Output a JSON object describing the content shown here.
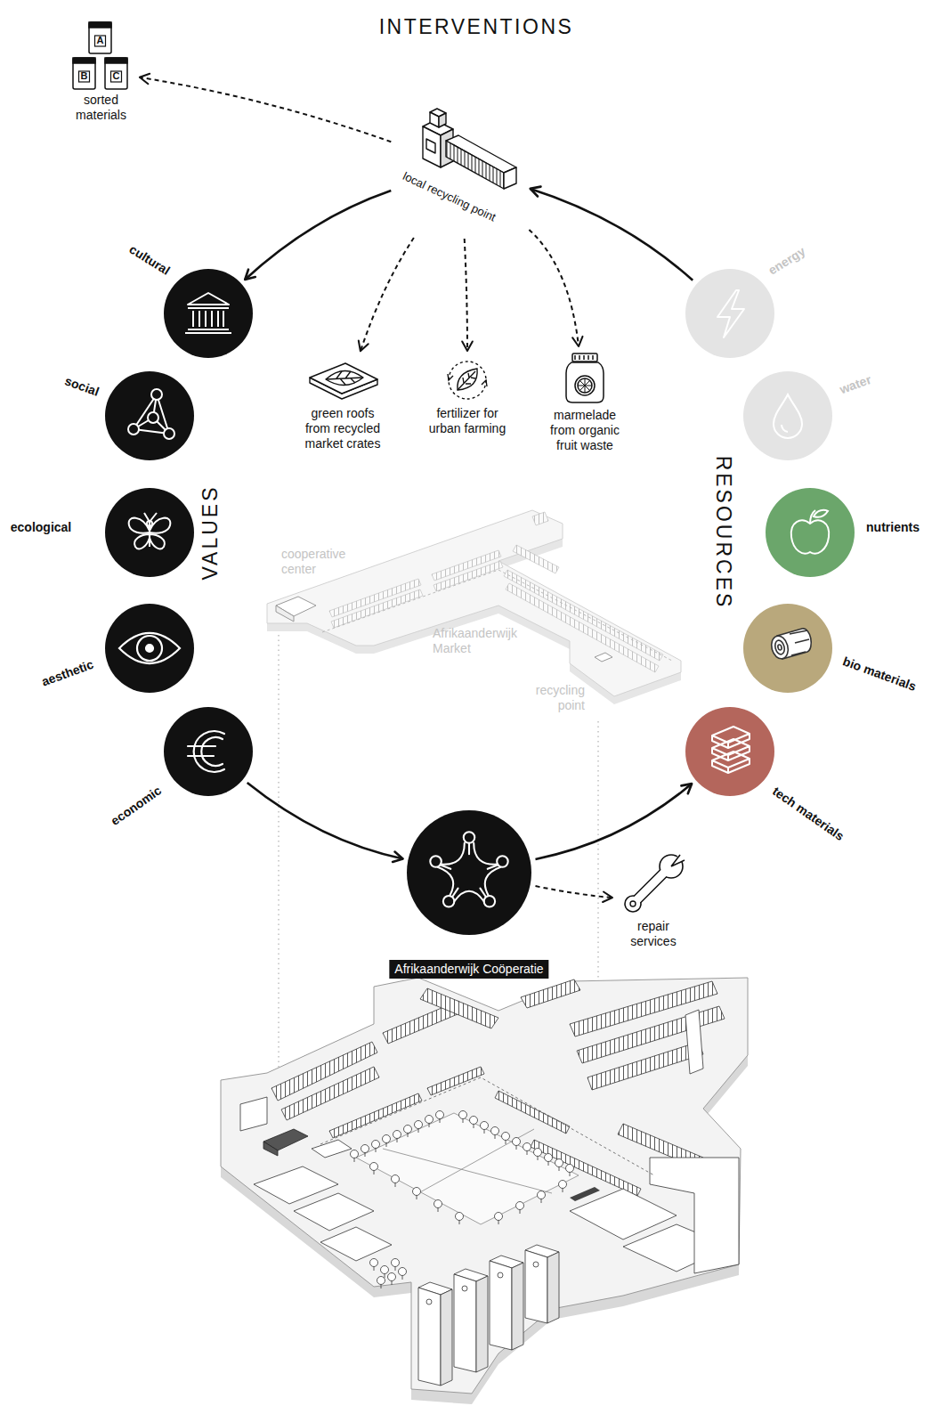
{
  "diagram": {
    "nodes": [
      {
        "text": [
          "sorted materials"
        ]
      },
      {
        "text": [
          "local recycling point"
        ]
      },
      {
        "text": [
          "cultural"
        ]
      },
      {
        "text": [
          "social"
        ]
      },
      {
        "text": [
          "ecological"
        ]
      },
      {
        "text": [
          "aesthetic"
        ]
      },
      {
        "text": [
          "economic"
        ]
      },
      {
        "text": [
          "green roofs from recycled market crates"
        ]
      },
      {
        "text": [
          "fertilizer for urban farming"
        ]
      },
      {
        "text": [
          "marmelade from organic fruit waste"
        ]
      },
      {
        "text": [
          "energy"
        ]
      },
      {
        "text": [
          "water"
        ]
      },
      {
        "text": [
          "nutrients"
        ]
      },
      {
        "text": [
          "bio materials"
        ]
      },
      {
        "text": [
          "tech materials"
        ]
      },
      {
        "text": [
          "Afrikaanderwijk Coöperatie"
        ]
      },
      {
        "text": [
          "repair services"
        ]
      }
    ],
    "edges": [
      {
        "from": 1,
        "to": 0,
        "arrow": "to"
      },
      {
        "from": 1,
        "to": 2,
        "arrow": "to"
      },
      {
        "from": 1,
        "to": 7,
        "arrow": "to"
      },
      {
        "from": 1,
        "to": 8,
        "arrow": "to"
      },
      {
        "from": 1,
        "to": 9,
        "arrow": "to"
      },
      {
        "from": 10,
        "to": 1,
        "arrow": "to"
      },
      {
        "from": 6,
        "to": 15,
        "arrow": "to"
      },
      {
        "from": 15,
        "to": 14,
        "arrow": "to"
      },
      {
        "from": 15,
        "to": 16,
        "arrow": "to"
      }
    ],
    "labels": [
      "INTERVENTIONS",
      "VALUES",
      "RESOURCES",
      "A",
      "B",
      "C",
      "cooperative center",
      "Afrikaanderwijk Market",
      "recycling point"
    ]
  }
}
